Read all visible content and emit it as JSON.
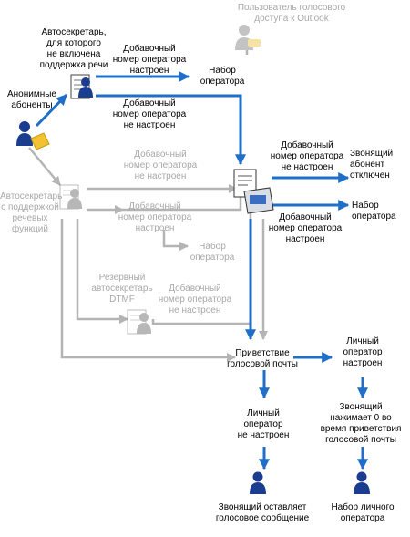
{
  "nodes": {
    "outlook_voice_user": "Пользователь голосового\nдоступа к Outlook",
    "autoattendant_no_speech": "Автосекретарь,\nдля которого\nне включена\nподдержка речи",
    "anonymous_callers": "Анонимные\nабоненты",
    "autoattendant_speech": "Автосекретарь\nс поддержкой\nречевых\nфункций",
    "backup_dtmf": "Резервный\nавтосекретарь\nDTMF",
    "voicemail_greeting": "Приветствие\nголосовой почты",
    "personal_operator_configured": "Личный\nоператор\nнастроен",
    "personal_operator_not_configured": "Личный\nоператор\nне настроен",
    "caller_presses_zero": "Звонящий\nнажимает 0 во\nвремя приветствия\nголосовой почты",
    "caller_leaves_message": "Звонящий оставляет\nголосовое сообщение",
    "dial_personal_operator": "Набор личного\nоператора",
    "caller_disconnected": "Звонящий\nабонент\nотключен",
    "dial_operator_right": "Набор\nоператора"
  },
  "edge_labels": {
    "operator_configured_top": "Добавочный\nномер оператора\nнастроен",
    "dial_operator_top": "Набор\nоператора",
    "operator_not_configured_top": "Добавочный\nномер оператора\nне настроен",
    "operator_not_configured_grey_1": "Добавочный\nномер оператора\nне настроен",
    "operator_configured_grey": "Добавочный\nномер оператора\nнастроен",
    "dial_operator_grey": "Набор\nоператора",
    "operator_not_configured_grey_2": "Добавочный\nномер оператора\nне настроен",
    "operator_not_configured_right": "Добавочный\nномер оператора\nне настроен",
    "operator_configured_right": "Добавочный\nномер оператора\nнастроен"
  },
  "colors": {
    "active_flow": "#1f6fc8",
    "inactive_flow": "#b4b4b4",
    "person_icon": "#1a3d8f",
    "phone_icon": "#f2c230"
  }
}
